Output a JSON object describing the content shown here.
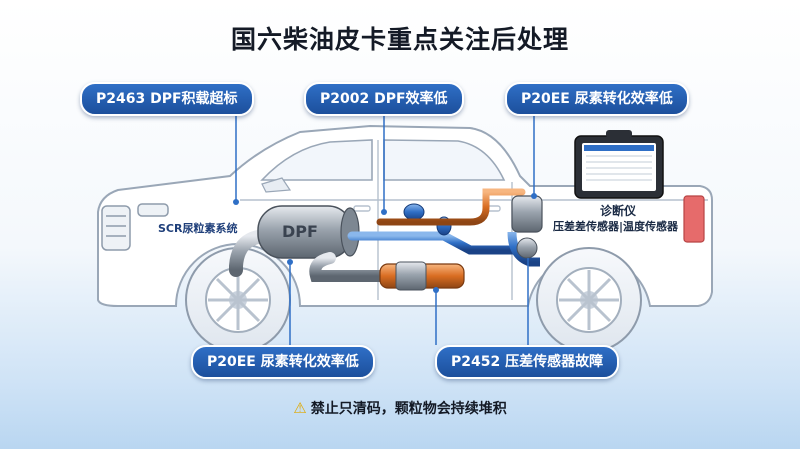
{
  "title": "国六柴油皮卡重点关注后处理",
  "callouts": {
    "p2463": "P2463 DPF积载超标",
    "p2002": "P2002 DPF效率低",
    "p20ee_top": "P20EE 尿素转化效率低",
    "p20ee_bottom": "P20EE 尿素转化效率低",
    "p2452": "P2452 压差传感器故障"
  },
  "labels": {
    "scr_system": "SCR尿粒素系统",
    "dpf": "DPF",
    "diagnostic_tool": "诊断仪",
    "sensors": "压差差传感器|温度传感器"
  },
  "warning": {
    "icon": "warning-triangle-icon",
    "text": "禁止只清码，颗粒物会持续堆积"
  },
  "colors": {
    "pill_blue": "#1c4f9c",
    "exhaust_orange": "#e07a2a",
    "urea_blue": "#2f6fc6",
    "warning_yellow": "#e0a800"
  }
}
